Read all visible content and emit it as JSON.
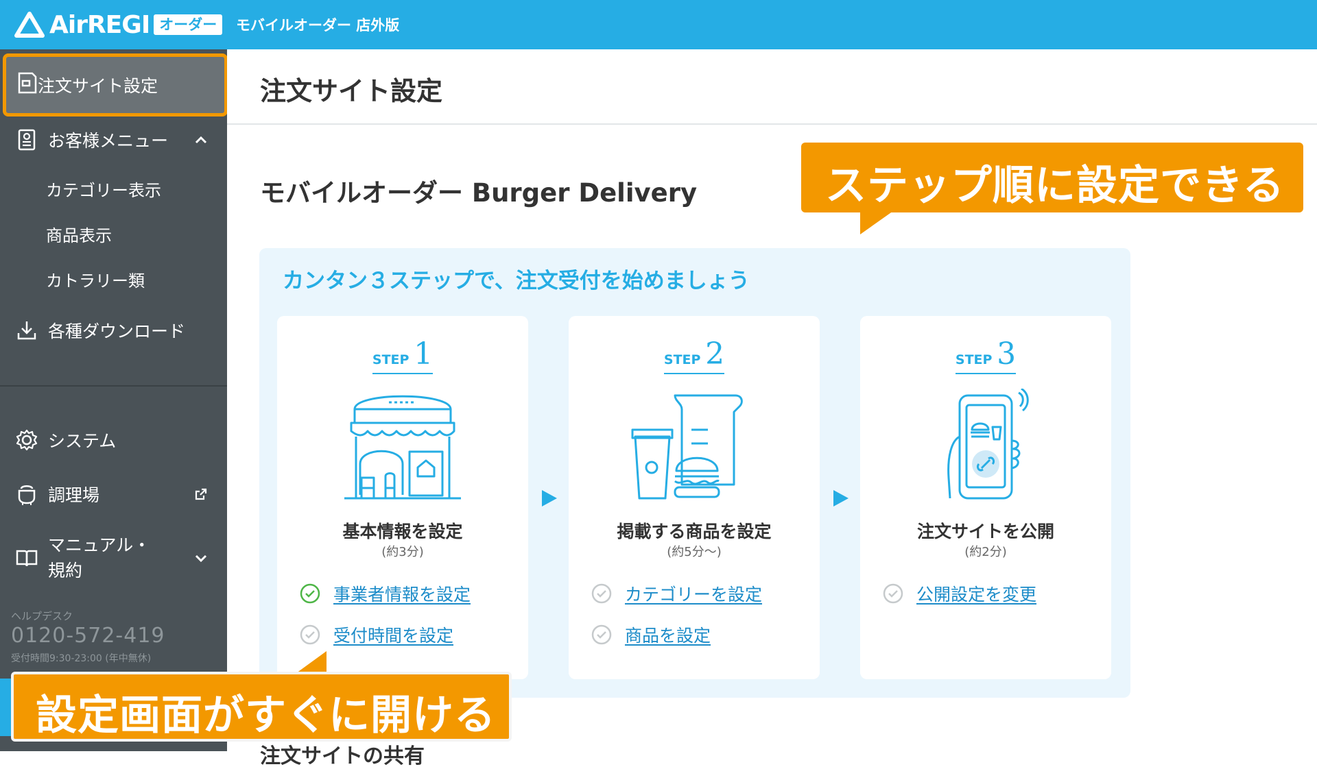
{
  "header": {
    "logo_text": "AirREGI",
    "logo_badge": "オーダー",
    "app_title": "モバイルオーダー 店外版"
  },
  "sidebar": {
    "active_item": "注文サイト設定",
    "items": [
      {
        "label": "お客様メニュー"
      },
      {
        "label": "カテゴリー表示"
      },
      {
        "label": "商品表示"
      },
      {
        "label": "カトラリー類"
      },
      {
        "label": "各種ダウンロード"
      },
      {
        "label": "システム"
      },
      {
        "label": "調理場"
      },
      {
        "label": "マニュアル・"
      },
      {
        "label": "規約"
      }
    ],
    "help_label": "ヘルプデスク",
    "help_tel": "0120-572-419",
    "help_hours": "受付時間9:30-23:00 (年中無休)"
  },
  "main": {
    "page_title": "注文サイト設定",
    "store_title": "モバイルオーダー Burger Delivery",
    "guide_heading": "カンタン３ステップで、注文受付を始めましょう",
    "step_word": "STEP",
    "steps": [
      {
        "num": "1",
        "title": "基本情報を設定",
        "time": "(約3分)",
        "tasks": [
          {
            "label": "事業者情報を設定",
            "done": true
          },
          {
            "label": "受付時間を設定",
            "done": false
          }
        ]
      },
      {
        "num": "2",
        "title": "掲載する商品を設定",
        "time": "(約5分〜)",
        "tasks": [
          {
            "label": "カテゴリーを設定",
            "done": false
          },
          {
            "label": "商品を設定",
            "done": false
          }
        ]
      },
      {
        "num": "3",
        "title": "注文サイトを公開",
        "time": "(約2分)",
        "tasks": [
          {
            "label": "公開設定を変更",
            "done": false
          }
        ]
      }
    ],
    "next_section": "注文サイトの共有"
  },
  "annotations": {
    "callout_top": "ステップ順に設定できる",
    "callout_bottom": "設定画面がすぐに開ける"
  },
  "colors": {
    "brand": "#26ade4",
    "sidebar_bg": "#4a5257",
    "accent_orange": "#f39800",
    "check_green": "#4fb648",
    "link": "#1d8cc9"
  }
}
